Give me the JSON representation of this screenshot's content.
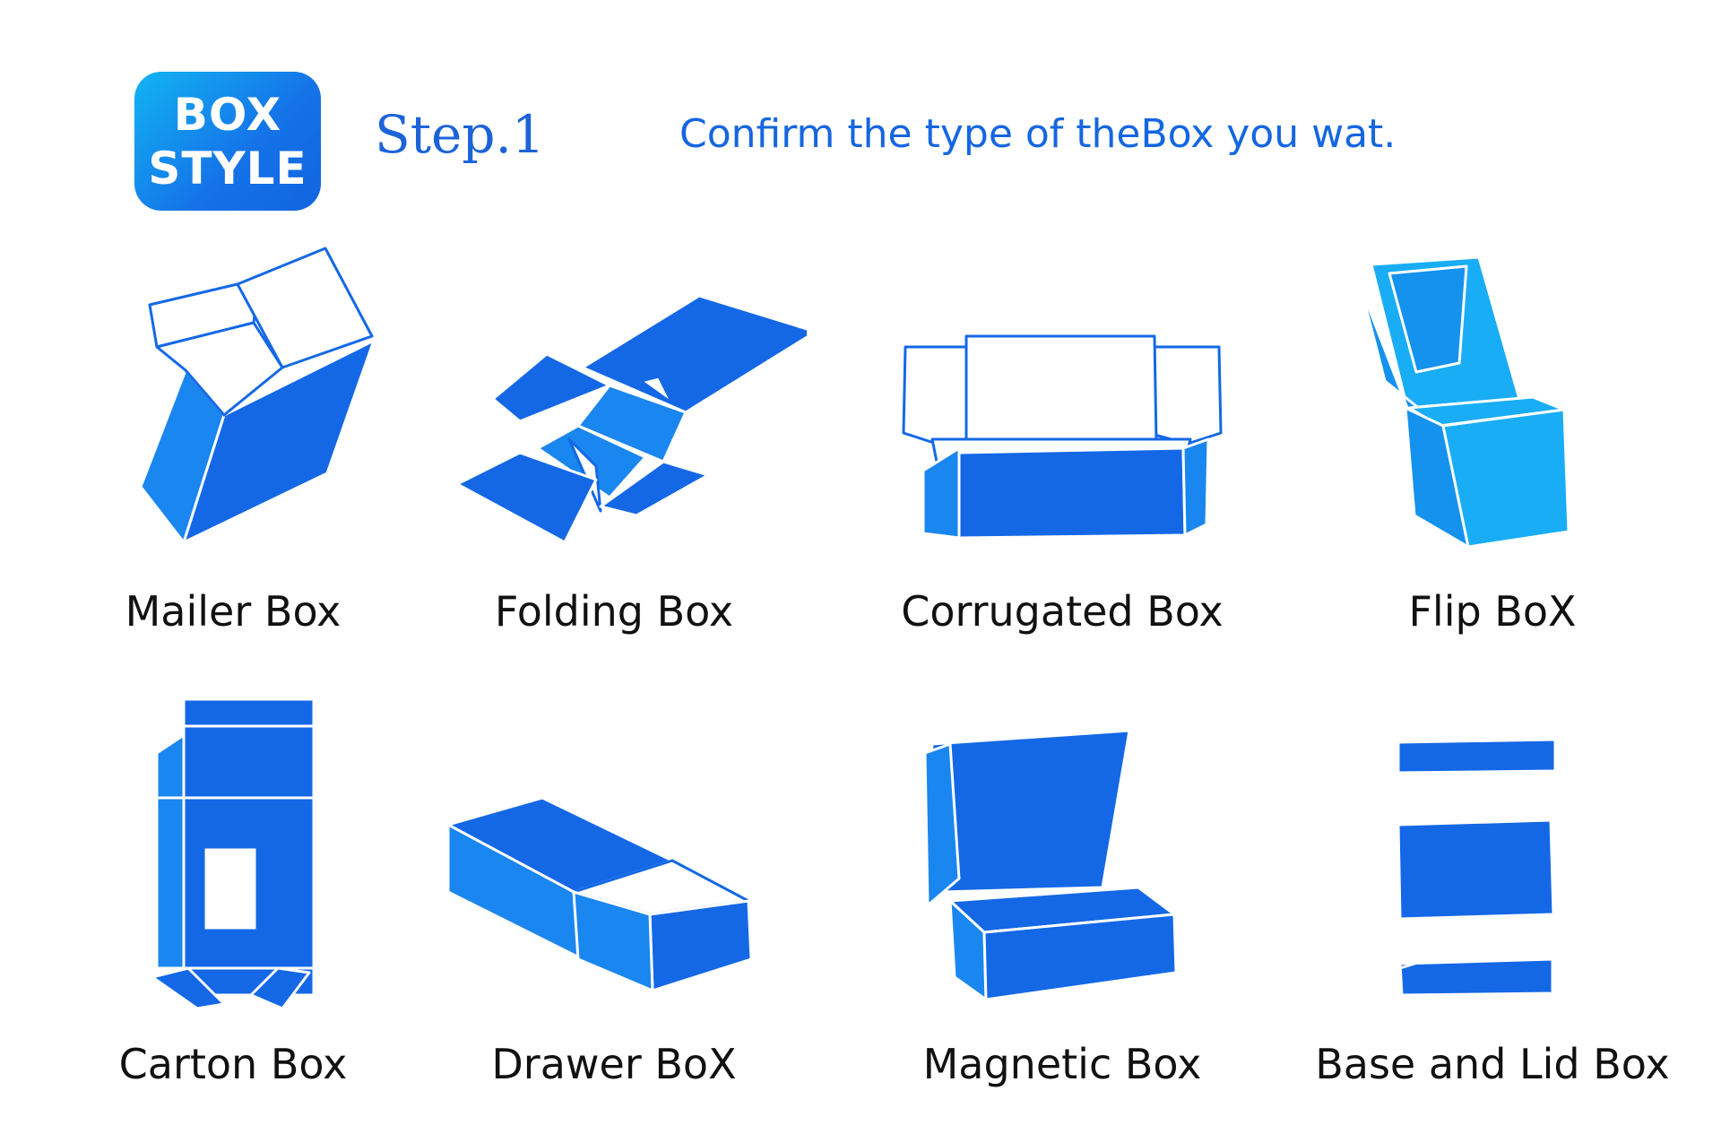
{
  "header": {
    "badge_line1": "BOX",
    "badge_line2": "STYLE",
    "step": "Step.1",
    "tagline": "Confirm the type of theBox you wat."
  },
  "boxes": [
    {
      "label": "Mailer Box",
      "icon": "mailer-box-icon"
    },
    {
      "label": "Folding Box",
      "icon": "folding-box-icon"
    },
    {
      "label": "Corrugated Box",
      "icon": "corrugated-box-icon"
    },
    {
      "label": "Flip BoX",
      "icon": "flip-box-icon"
    },
    {
      "label": "Carton Box",
      "icon": "carton-box-icon"
    },
    {
      "label": "Drawer BoX",
      "icon": "drawer-box-icon"
    },
    {
      "label": "Magnetic Box",
      "icon": "magnetic-box-icon"
    },
    {
      "label": "Base and Lid Box",
      "icon": "base-and-lid-box-icon"
    }
  ],
  "colors": {
    "primary_blue": "#1468e6",
    "light_blue": "#19adf6",
    "text_dark": "#111111"
  }
}
